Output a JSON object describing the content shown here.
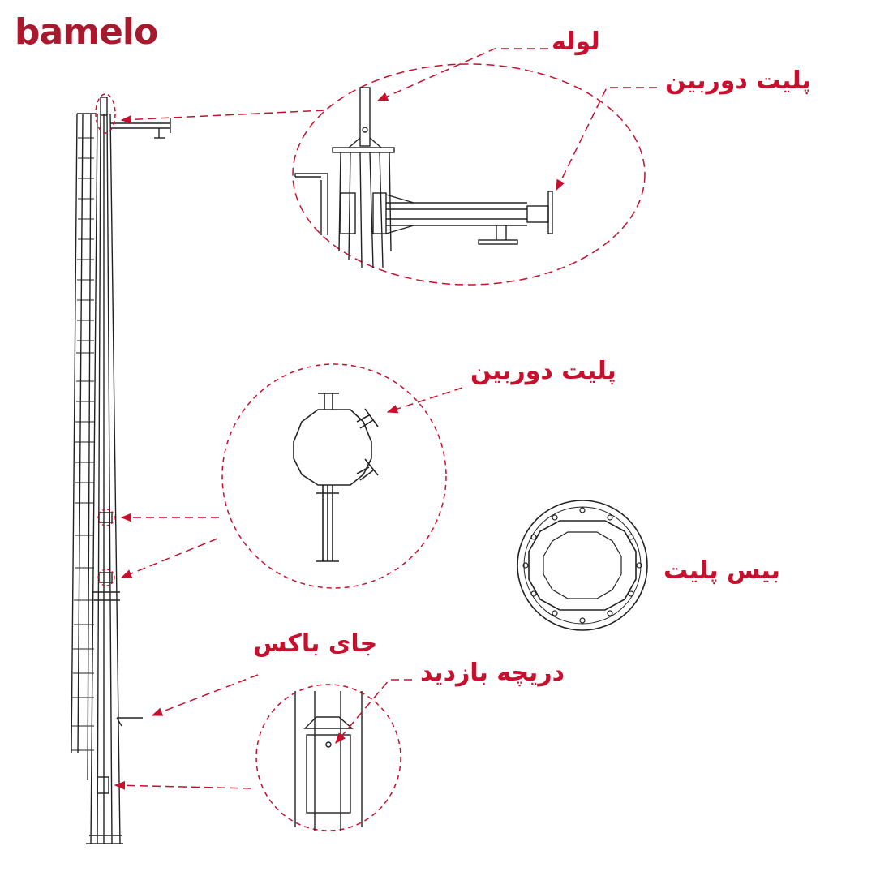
{
  "brand": {
    "logo_text": "bamelo",
    "color": "#a8192e"
  },
  "accent_color": "#c8102e",
  "line_color": "#222222",
  "labels": {
    "pipe": "لوله",
    "camera_plate_top": "پلیت دوربین",
    "camera_plate_mid": "پلیت دوربین",
    "base_plate": "بیس پلیت",
    "box_place": "جای باکس",
    "inspection_hatch": "دریچه بازدید"
  }
}
